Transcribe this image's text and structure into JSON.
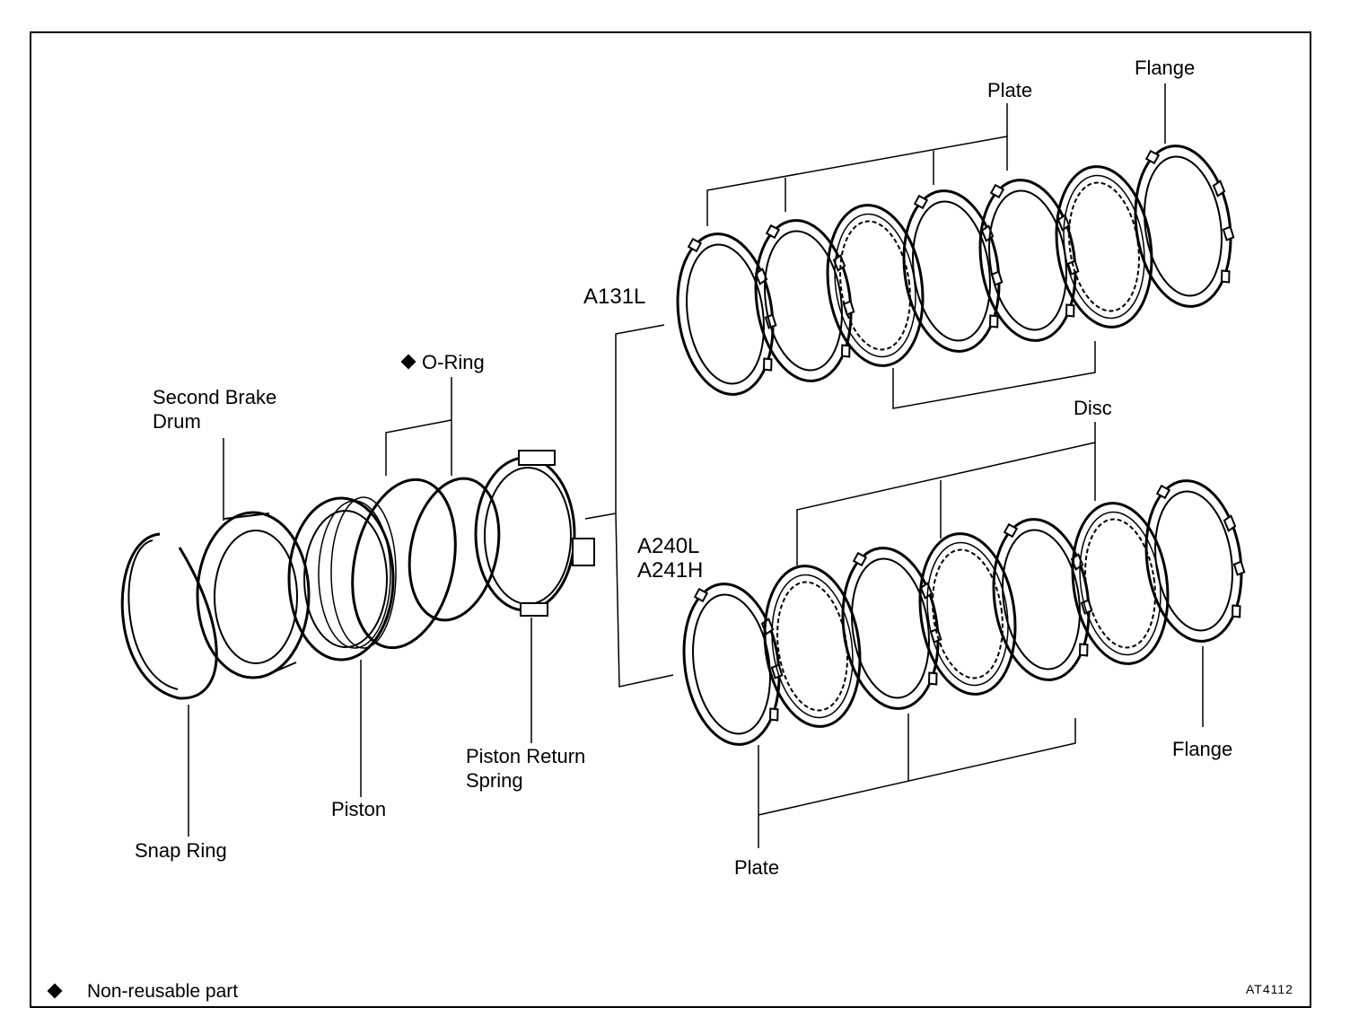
{
  "labels": {
    "flange_top": "Flange",
    "plate_top": "Plate",
    "a131l": "A131L",
    "o_ring": "O-Ring",
    "second_brake_drum": [
      "Second Brake",
      "Drum"
    ],
    "disc": "Disc",
    "a240l_a241h": [
      "A240L",
      "A241H"
    ],
    "piston_return_spring": [
      "Piston Return",
      "Spring"
    ],
    "flange_bottom": "Flange",
    "piston": "Piston",
    "snap_ring": "Snap Ring",
    "plate_bottom": "Plate"
  },
  "legend": {
    "symbol": "diamond",
    "text": "Non-reusable part"
  },
  "figure_code": "AT4112"
}
